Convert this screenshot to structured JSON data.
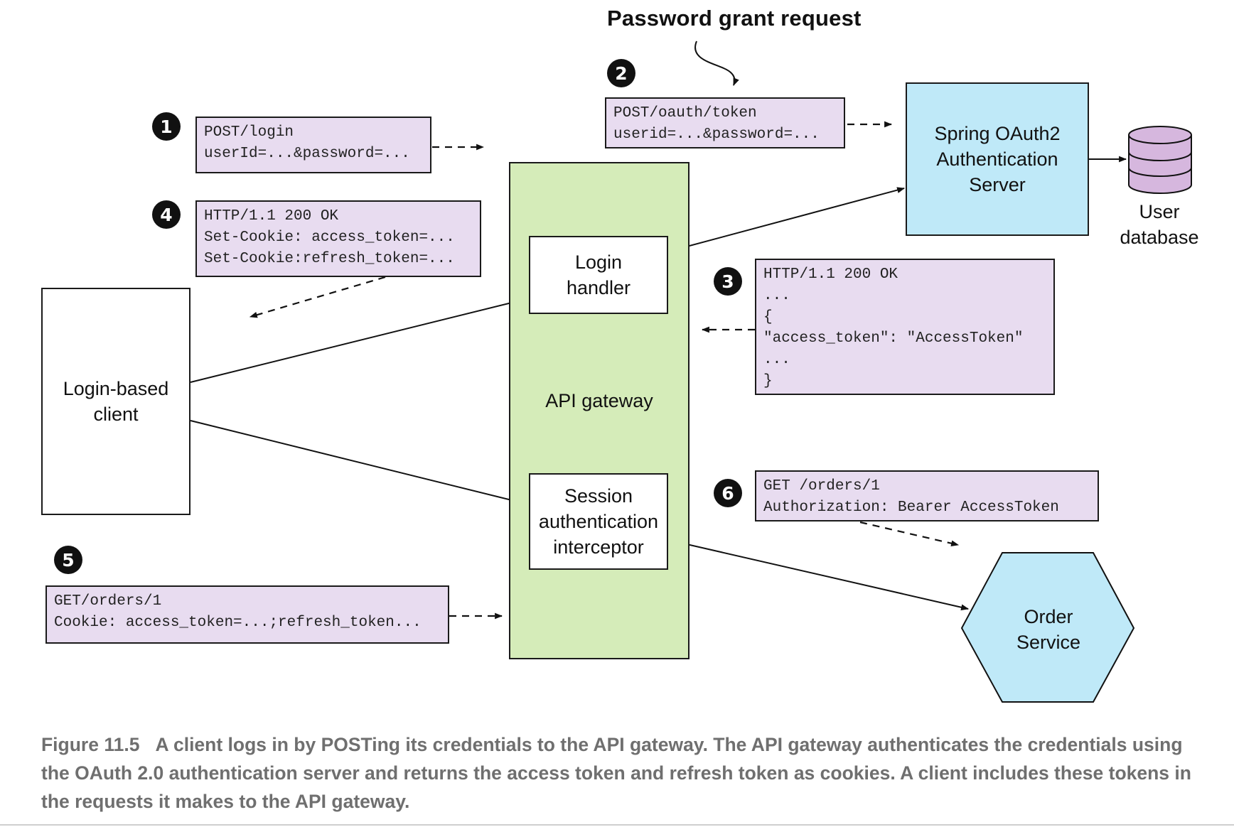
{
  "title": "Password grant request",
  "badges": {
    "b1": "1",
    "b2": "2",
    "b3": "3",
    "b4": "4",
    "b5": "5",
    "b6": "6"
  },
  "messages": {
    "m1": "POST/login\nuserId=...&password=...",
    "m2": "POST/oauth/token\nuserid=...&password=...",
    "m3": "HTTP/1.1 200 OK\n...\n{\n\"access_token\": \"AccessToken\"\n...\n}",
    "m4": "HTTP/1.1 200 OK\nSet-Cookie: access_token=...\nSet-Cookie:refresh_token=...",
    "m5": "GET/orders/1\nCookie: access_token=...;refresh_token...",
    "m6": "GET /orders/1\nAuthorization: Bearer AccessToken"
  },
  "components": {
    "client": "Login-based\nclient",
    "gateway": "API gateway",
    "login_handler": "Login\nhandler",
    "session_interceptor": "Session\nauthentication\ninterceptor",
    "auth_server": "Spring OAuth2\nAuthentication\nServer",
    "user_db": "User\ndatabase",
    "order_service": "Order\nService"
  },
  "caption": {
    "figure": "Figure 11.5",
    "text": "A client logs in by POSTing its credentials to the API gateway. The API gateway authenticates the credentials using the OAuth 2.0 authentication server and returns the access token and refresh token as cookies. A client includes these tokens in the requests it makes to the API gateway."
  },
  "colors": {
    "message_fill": "#e8dcf0",
    "gateway_fill": "#d5ecb9",
    "service_fill": "#bfe9f8",
    "database_fill": "#d6b7de",
    "caption_text": "#6f6f6f"
  }
}
